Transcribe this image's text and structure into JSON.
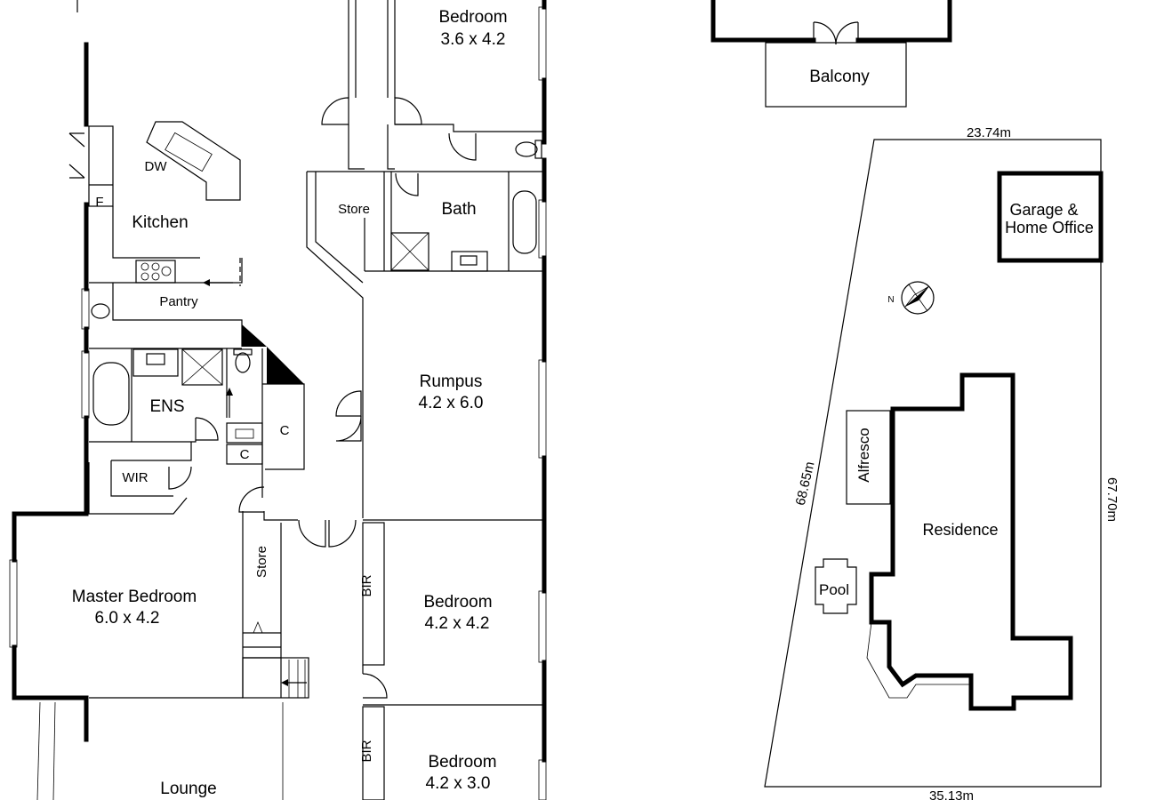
{
  "floorplan": {
    "rooms": {
      "bedroom_top": {
        "name": "Bedroom",
        "size": "3.6 x 4.2"
      },
      "kitchen": {
        "name": "Kitchen"
      },
      "dw": {
        "name": "DW"
      },
      "fridge": {
        "name": "F"
      },
      "pantry": {
        "name": "Pantry"
      },
      "store_upper": {
        "name": "Store"
      },
      "bath": {
        "name": "Bath"
      },
      "ensuite": {
        "name": "ENS"
      },
      "rumpus": {
        "name": "Rumpus",
        "size": "4.2 x 6.0"
      },
      "wir": {
        "name": "WIR"
      },
      "cupboard_a": {
        "name": "C"
      },
      "cupboard_b": {
        "name": "C"
      },
      "master_bedroom": {
        "name": "Master Bedroom",
        "size": "6.0 x 4.2"
      },
      "store_lower": {
        "name": "Store"
      },
      "bir_1": {
        "name": "BIR"
      },
      "bedroom_mid": {
        "name": "Bedroom",
        "size": "4.2 x 4.2"
      },
      "bir_2": {
        "name": "BIR"
      },
      "bedroom_low": {
        "name": "Bedroom",
        "size": "4.2 x 3.0"
      },
      "lounge": {
        "name": "Lounge"
      },
      "balcony": {
        "name": "Balcony"
      }
    }
  },
  "siteplan": {
    "dimensions": {
      "top": "23.74m",
      "left": "68.65m",
      "right": "67.70m",
      "bottom": "35.13m"
    },
    "buildings": {
      "garage_line1": "Garage &",
      "garage_line2": "Home Office",
      "residence": "Residence",
      "alfresco": "Alfresco",
      "pool": "Pool"
    },
    "compass": "N"
  }
}
